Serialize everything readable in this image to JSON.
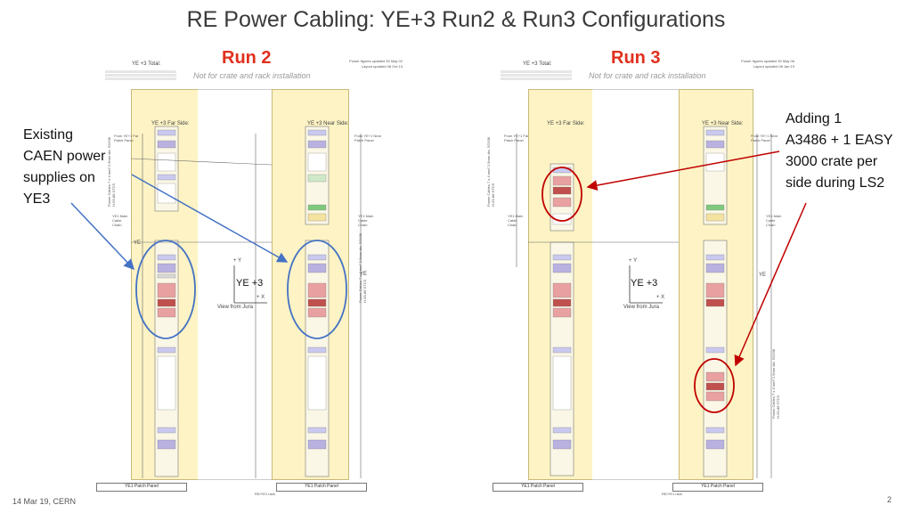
{
  "slide": {
    "title": "RE Power Cabling: YE+3 Run2 & Run3 Configurations",
    "footer_date": "14 Mar 19, CERN",
    "page_number": "2"
  },
  "run2": {
    "label": "Run 2",
    "note_line1": "Power figures updated 30 May 02",
    "note_line2": "Layout updated 08 Oct 13",
    "not_for": "Not for crate and rack installation",
    "ye_total": "YE +3 Total:",
    "far_side": "YE +3 Far Side:",
    "near_side": "YE +3 Near Side:",
    "from_ye1_far": "From YE+1 Far Patch Panel",
    "from_ye1_near": "From YE+1 Near Patch Panel",
    "ye_label": "YE +3",
    "axis_y": "+ Y",
    "axis_x": "+ X",
    "view": "View from Jura",
    "patch_left": "YE1 Patch Panel",
    "patch_right": "YE1 Patch Panel",
    "patch_mid": "RE/YE1 rack",
    "cable_label": "Power Cables 7 x 4 mm² 2.5mm dia. SC638 H-55-88 STCS",
    "ye_cable_left": "YE1 Main Cable Chain",
    "ye_cable_right": "YE1 Main Cable Chain",
    "chain_ye_left": "YE",
    "chain_ye_right": "YE"
  },
  "run3": {
    "label": "Run 3",
    "note_line1": "Power figures updated 30 May 06",
    "note_line2": "Layout updated 08 Jan 19",
    "not_for": "Not for crate and rack installation",
    "ye_total": "YE +3 Total:",
    "far_side": "YE +3 Far Side:",
    "near_side": "YE +3 Near Side:",
    "from_ye1_far": "From YE+1 Far Patch Panel",
    "from_ye1_near": "From YE+1 Near Patch Panel",
    "ye_label": "YE +3",
    "axis_y": "+ Y",
    "axis_x": "+ X",
    "view": "View from Jura",
    "patch_left": "YE1 Patch Panel",
    "patch_right": "YE1 Patch Panel",
    "patch_mid": "RE/YE1 rack",
    "cable_label_left": "Power Cables 7 x 4 mm² 2.5mm dia. SC638 H-55-88 STCS",
    "cable_label_right": "Power Cables 7 x 4 mm² 2.5mm dia. SC638 H-55-88 STCS",
    "ye_cable_left": "YE1 Main Cable Chain",
    "ye_cable_right": "YE1 Main Cable Chain",
    "chain_ye": "YE"
  },
  "callouts": {
    "existing": [
      "Existing",
      "CAEN power",
      "supplies on",
      "YE3"
    ],
    "adding": [
      "Adding  1",
      "A3486 + 1 EASY",
      "3000 crate per",
      "side during LS2"
    ]
  },
  "colors": {
    "panel": "#fdf3c4",
    "run_label": "#e0301e",
    "blue_ellipse": "#4472c4",
    "red_ellipse": "#c00000",
    "blue_arrow": "#4472c4",
    "red_arrow": "#c00000"
  }
}
